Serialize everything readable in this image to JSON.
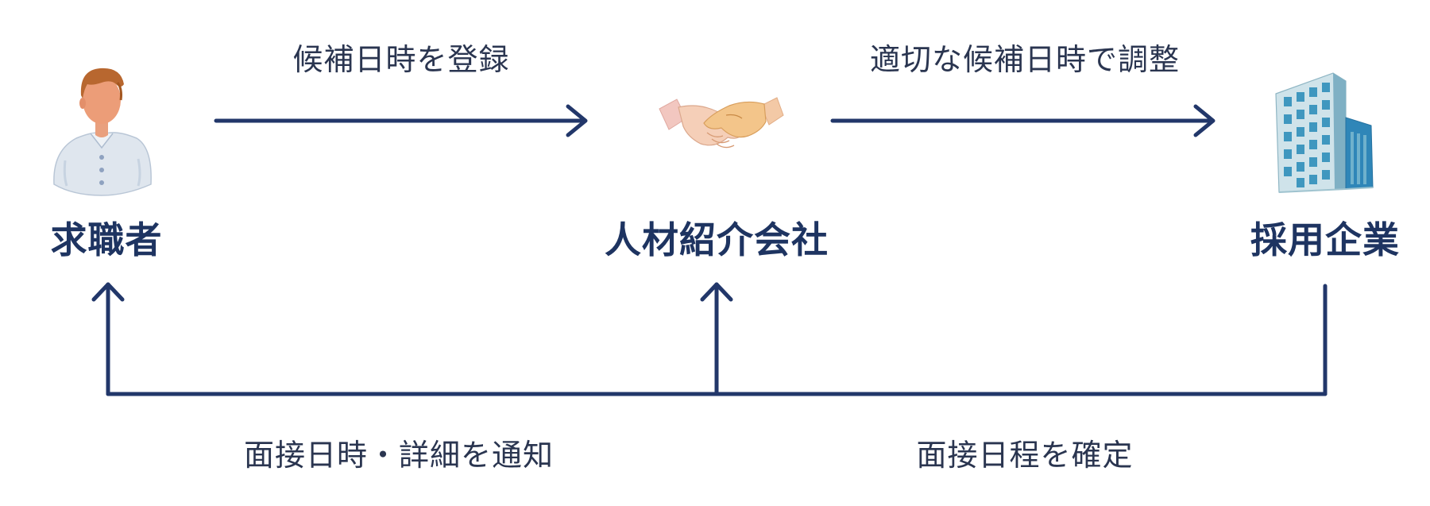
{
  "nodes": {
    "job_seeker": {
      "label": "求職者",
      "icon": "person-icon"
    },
    "agency": {
      "label": "人材紹介会社",
      "icon": "handshake-icon"
    },
    "company": {
      "label": "採用企業",
      "icon": "building-icon"
    }
  },
  "edges": {
    "seeker_to_agency": {
      "label": "候補日時を登録"
    },
    "agency_to_company": {
      "label": "適切な候補日時で調整"
    },
    "notify_seeker": {
      "label": "面接日時・詳細を通知"
    },
    "confirm_schedule": {
      "label": "面接日程を確定"
    }
  },
  "colors": {
    "arrow": "#22376a",
    "label_text": "#2a3550",
    "node_text": "#1e3461"
  }
}
